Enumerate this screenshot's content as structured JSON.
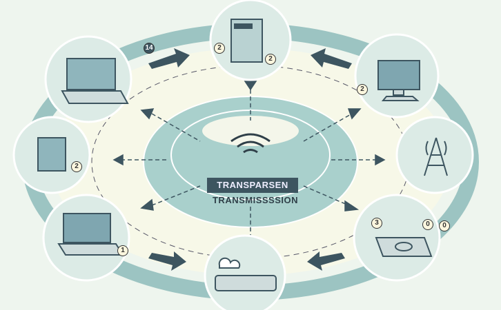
{
  "center": {
    "label_primary": "TRANSPARSEN",
    "label_secondary": "TRANSMISSSSION"
  },
  "badges": [
    "14",
    "2",
    "2",
    "2",
    "2",
    "1",
    "3",
    "0",
    "0"
  ],
  "colors": {
    "ring": "#8fbcbc",
    "node": "#dcebe6",
    "dark": "#3d5560",
    "background": "#eef5ee"
  }
}
